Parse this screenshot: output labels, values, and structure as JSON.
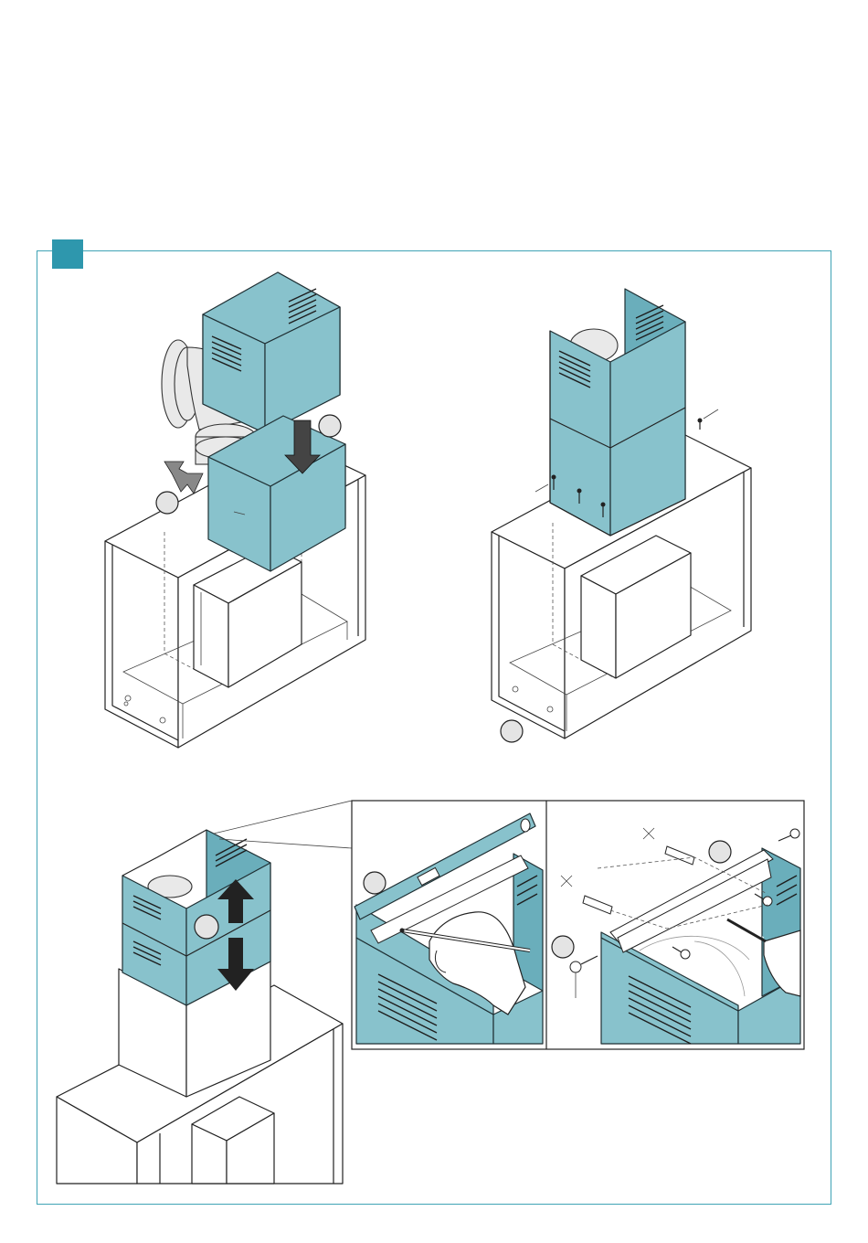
{
  "step": {
    "label": "",
    "color": "#2e97ad"
  },
  "colors": {
    "frame_border": "#3fa3b5",
    "chimney_fill": "#88c2cc",
    "callout_fill": "#e4e4e4",
    "line": "#222222"
  },
  "panels": [
    {
      "name": "fit-lower-chimney",
      "callouts": 2
    },
    {
      "name": "fix-chimney-screws",
      "callouts": 1
    },
    {
      "name": "adjust-chimney-height",
      "callouts": 1
    },
    {
      "name": "mark-bracket-holes",
      "callouts": 1
    },
    {
      "name": "drill-and-fix-bracket",
      "callouts": 2
    }
  ],
  "icons": [
    "arrow-down-icon",
    "arrow-up-icon",
    "screw-icon",
    "wall-plug-icon",
    "drill-icon",
    "pencil-icon",
    "spirit-level-icon"
  ]
}
